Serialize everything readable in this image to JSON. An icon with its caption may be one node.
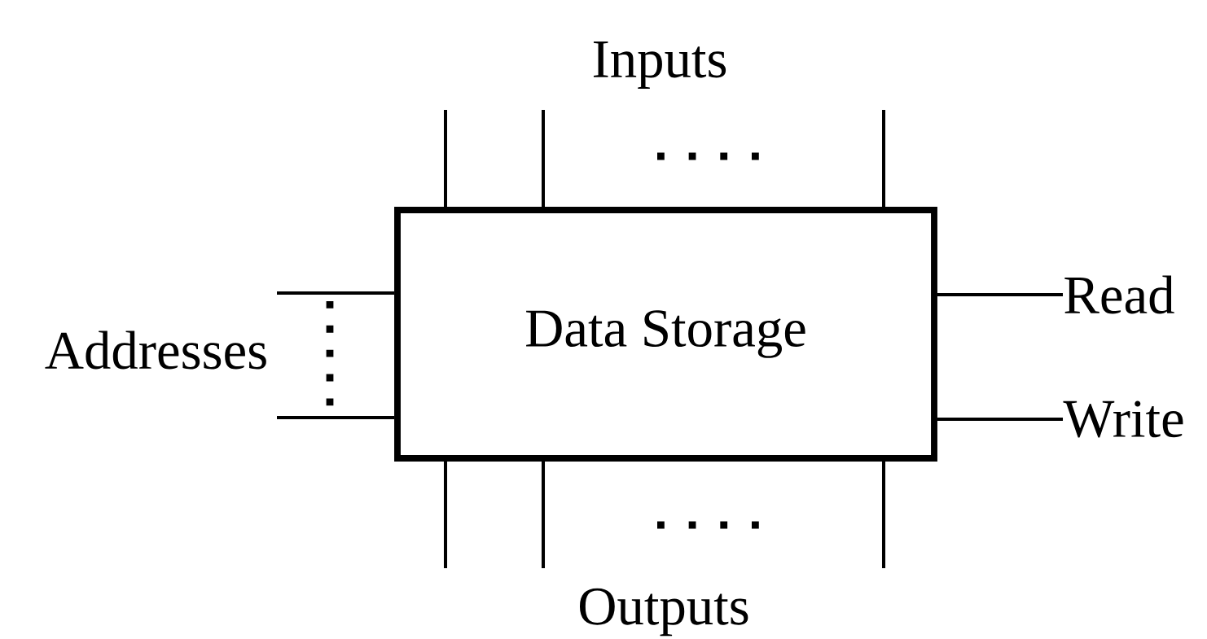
{
  "diagram": {
    "nodes": [
      {
        "text": [
          "Data Storage"
        ]
      },
      {
        "text": [
          "Read"
        ]
      },
      {
        "text": [
          "Write"
        ]
      }
    ],
    "edges": [
      {
        "from": null,
        "to": 0,
        "arrow": "none"
      },
      {
        "from": null,
        "to": 0,
        "arrow": "none"
      },
      {
        "from": null,
        "to": 0,
        "arrow": "none"
      },
      {
        "from": 0,
        "to": null,
        "arrow": "none"
      },
      {
        "from": 0,
        "to": null,
        "arrow": "none"
      },
      {
        "from": 0,
        "to": null,
        "arrow": "none"
      },
      {
        "from": null,
        "to": 0,
        "arrow": "none"
      },
      {
        "from": null,
        "to": 0,
        "arrow": "none"
      },
      {
        "from": 0,
        "to": 1,
        "arrow": "none"
      },
      {
        "from": 0,
        "to": 2,
        "arrow": "none"
      }
    ],
    "labels": [
      "Inputs",
      "Addresses",
      "Outputs"
    ]
  }
}
